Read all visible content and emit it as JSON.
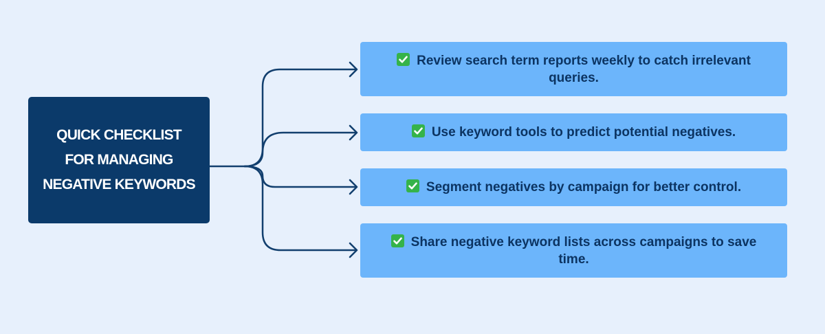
{
  "title": "QUICK CHECKLIST FOR MANAGING NEGATIVE KEYWORDS",
  "items": [
    {
      "icon": "check-mark-icon",
      "text": "Review search term reports weekly to catch irrelevant queries."
    },
    {
      "icon": "check-mark-icon",
      "text": "Use keyword tools to predict potential negatives."
    },
    {
      "icon": "check-mark-icon",
      "text": "Segment negatives by campaign for better control."
    },
    {
      "icon": "check-mark-icon",
      "text": "Share negative keyword lists across campaigns to save time."
    }
  ],
  "colors": {
    "background": "#e7f0fc",
    "title_box": "#0b3a6a",
    "item_box": "#6cb5fb",
    "connector": "#123f6e",
    "check": "#35b34a"
  }
}
